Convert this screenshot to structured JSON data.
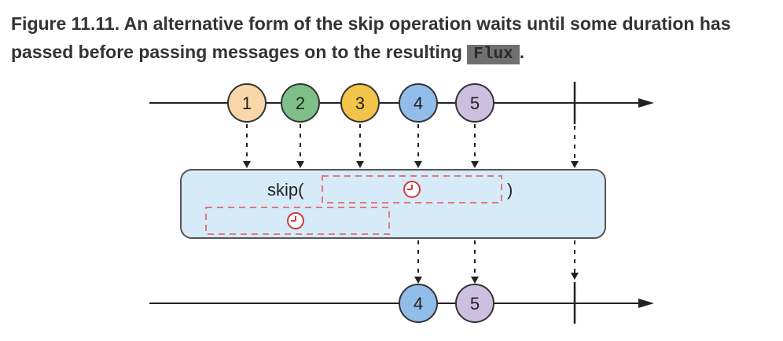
{
  "caption": {
    "text": "Figure 11.11. An alternative form of the skip operation waits until some duration has passed before passing messages on to the resulting ",
    "code": "Flux",
    "end": "."
  },
  "diagram": {
    "input_marbles": [
      {
        "label": "1",
        "color": "#f9d7a8"
      },
      {
        "label": "2",
        "color": "#7fc08a"
      },
      {
        "label": "3",
        "color": "#f2c54a"
      },
      {
        "label": "4",
        "color": "#92bde8"
      },
      {
        "label": "5",
        "color": "#cdbfe0"
      }
    ],
    "output_marbles": [
      {
        "label": "4",
        "color": "#92bde8"
      },
      {
        "label": "5",
        "color": "#cdbfe0"
      }
    ],
    "operator": {
      "prefix": "skip(",
      "suffix": ")",
      "fill": "#d6eaf8",
      "dash_color": "#e07a7a"
    },
    "clock_icon": "clock-icon"
  }
}
